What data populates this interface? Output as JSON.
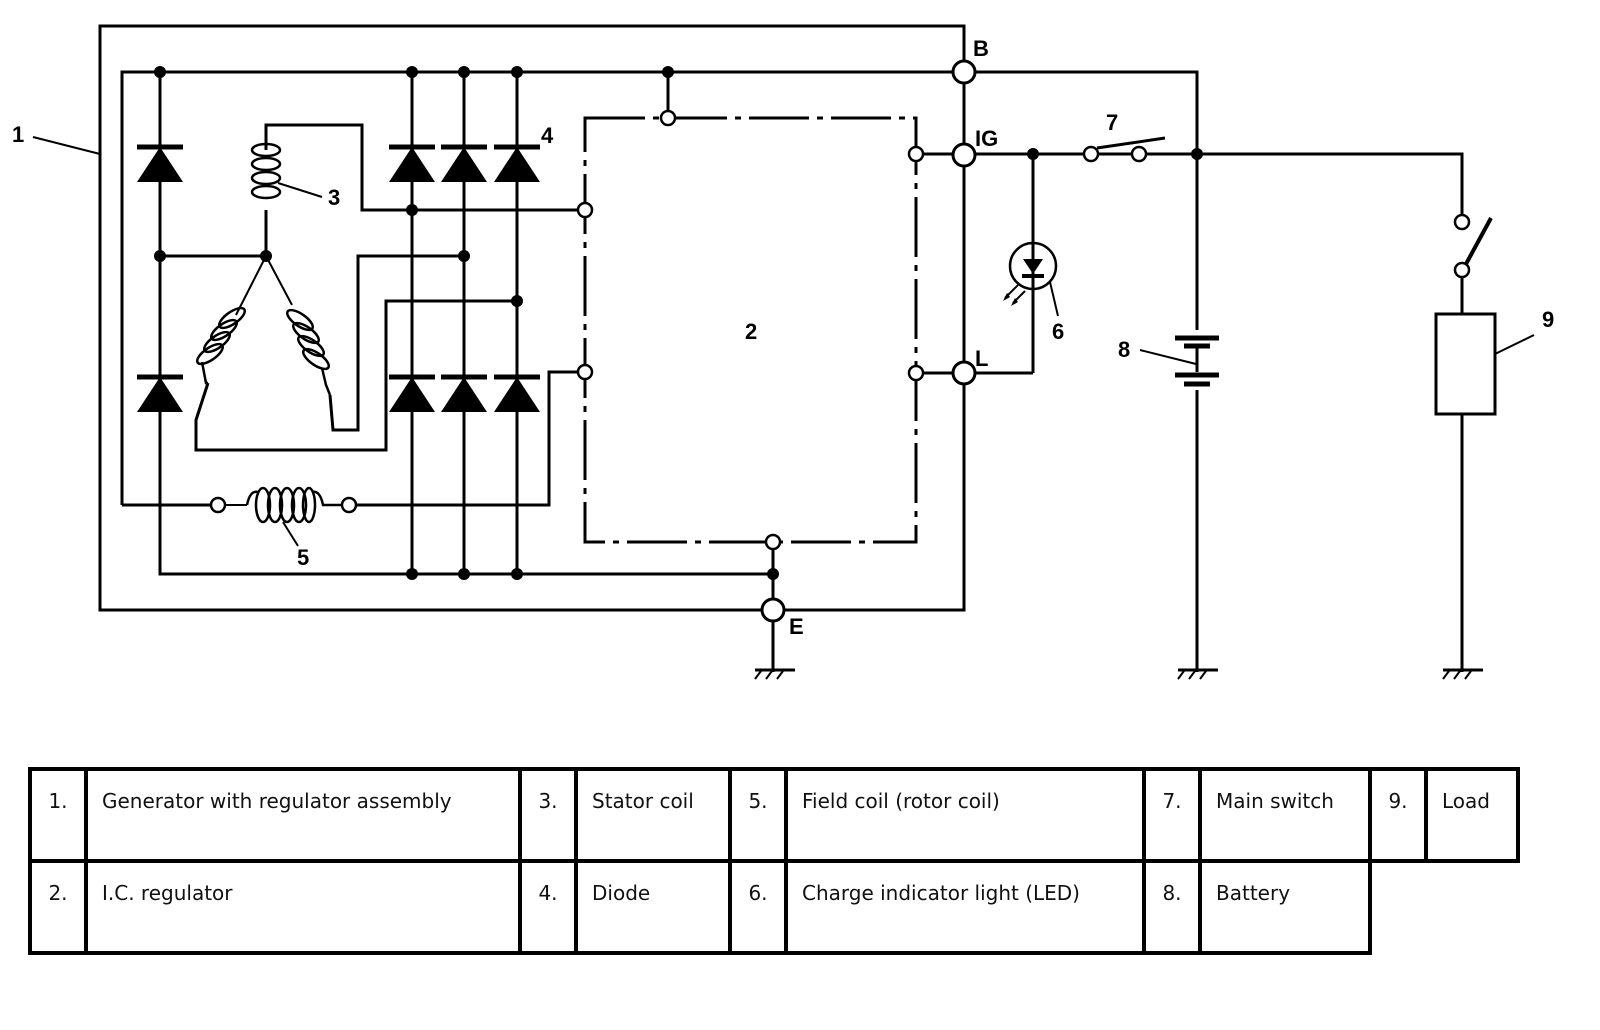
{
  "diagram": {
    "title": "Charging system circuit",
    "callouts": {
      "c1": "1",
      "c2": "2",
      "c3": "3",
      "c4": "4",
      "c5": "5",
      "c6": "6",
      "c7": "7",
      "c8": "8",
      "c9": "9"
    },
    "terminals": {
      "B": "B",
      "IG": "IG",
      "L": "L",
      "E": "E"
    }
  },
  "legend": {
    "rows": [
      [
        {
          "num": "1.",
          "label": "Generator with regulator assembly"
        },
        {
          "num": "3.",
          "label": "Stator coil"
        },
        {
          "num": "5.",
          "label": "Field coil (rotor coil)"
        },
        {
          "num": "7.",
          "label": "Main switch"
        },
        {
          "num": "9.",
          "label": "Load"
        }
      ],
      [
        {
          "num": "2.",
          "label": "I.C. regulator"
        },
        {
          "num": "4.",
          "label": "Diode"
        },
        {
          "num": "6.",
          "label": "Charge indicator light (LED)"
        },
        {
          "num": "8.",
          "label": "Battery"
        }
      ]
    ]
  }
}
